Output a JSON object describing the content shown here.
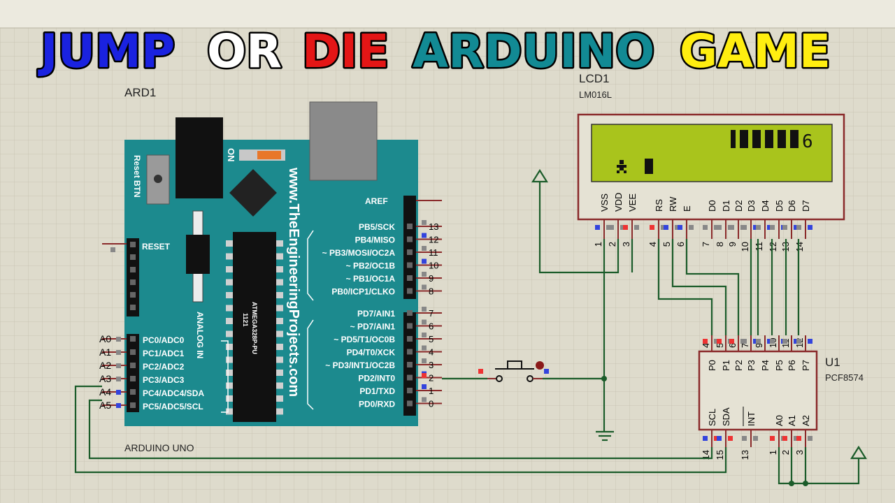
{
  "title": {
    "words": [
      {
        "text": "JUMP",
        "color": "#1a22e0"
      },
      {
        "text": "OR",
        "color": "#ffffff"
      },
      {
        "text": "DIE",
        "color": "#e41616"
      },
      {
        "text": "ARDUINO",
        "color": "#128a94"
      },
      {
        "text": "GAME",
        "color": "#ffee10"
      }
    ]
  },
  "arduino": {
    "ref": "ARD1",
    "model": "ARDUINO UNO",
    "reset_btn": "Reset BTN",
    "on": "ON",
    "reset": "RESET",
    "analog_in": "ANALOG IN",
    "website": "www.TheEngineeringProjects.com",
    "chip_top": "1121",
    "chip_name": "ATMEGA328P-PU",
    "aref": "AREF",
    "digital_pins_top": [
      {
        "label": "PB5/SCK",
        "num": "13"
      },
      {
        "label": "PB4/MISO",
        "num": "12"
      },
      {
        "label": "~ PB3/MOSI/OC2A",
        "num": "11"
      },
      {
        "label": "~ PB2/OC1B",
        "num": "10"
      },
      {
        "label": "~ PB1/OC1A",
        "num": "9"
      },
      {
        "label": "PB0/ICP1/CLKO",
        "num": "8"
      }
    ],
    "digital_pins_bottom": [
      {
        "label": "PD7/AIN1",
        "num": "7"
      },
      {
        "label": "~ PD7/AIN1",
        "num": "6"
      },
      {
        "label": "~ PD5/T1/OC0B",
        "num": "5"
      },
      {
        "label": "PD4/T0/XCK",
        "num": "4"
      },
      {
        "label": "~ PD3/INT1/OC2B",
        "num": "3"
      },
      {
        "label": "PD2/INT0",
        "num": "2"
      },
      {
        "label": "PD1/TXD",
        "num": "1"
      },
      {
        "label": "PD0/RXD",
        "num": "0"
      }
    ],
    "analog_pins": [
      {
        "label": "PC0/ADC0",
        "num": "A0"
      },
      {
        "label": "PC1/ADC1",
        "num": "A1"
      },
      {
        "label": "PC2/ADC2",
        "num": "A2"
      },
      {
        "label": "PC3/ADC3",
        "num": "A3"
      },
      {
        "label": "PC4/ADC4/SDA",
        "num": "A4"
      },
      {
        "label": "PC5/ADC5/SCL",
        "num": "A5"
      }
    ]
  },
  "lcd": {
    "ref": "LCD1",
    "model": "LM016L",
    "score": "6",
    "pins": [
      {
        "label": "VSS",
        "num": "1"
      },
      {
        "label": "VDD",
        "num": "2"
      },
      {
        "label": "VEE",
        "num": "3"
      },
      {
        "label": "RS",
        "num": "4"
      },
      {
        "label": "RW",
        "num": "5"
      },
      {
        "label": "E",
        "num": "6"
      },
      {
        "label": "D0",
        "num": "7"
      },
      {
        "label": "D1",
        "num": "8"
      },
      {
        "label": "D2",
        "num": "9"
      },
      {
        "label": "D3",
        "num": "10"
      },
      {
        "label": "D4",
        "num": "11"
      },
      {
        "label": "D5",
        "num": "12"
      },
      {
        "label": "D6",
        "num": "13"
      },
      {
        "label": "D7",
        "num": "14"
      }
    ]
  },
  "u1": {
    "ref": "U1",
    "model": "PCF8574",
    "p_pins": [
      {
        "label": "P0",
        "num": "4"
      },
      {
        "label": "P1",
        "num": "5"
      },
      {
        "label": "P2",
        "num": "6"
      },
      {
        "label": "P3",
        "num": "7"
      },
      {
        "label": "P4",
        "num": "9"
      },
      {
        "label": "P5",
        "num": "10"
      },
      {
        "label": "P6",
        "num": "11"
      },
      {
        "label": "P7",
        "num": "12"
      }
    ],
    "bottom_pins": [
      {
        "label": "SCL",
        "num": "14"
      },
      {
        "label": "SDA",
        "num": "15"
      },
      {
        "label": "INT",
        "num": "13"
      },
      {
        "label": "A0",
        "num": "1"
      },
      {
        "label": "A1",
        "num": "2"
      },
      {
        "label": "A2",
        "num": "3"
      }
    ]
  },
  "colors": {
    "board": "#1c8a8e",
    "lcd_screen": "#a9c41c",
    "wire": "#1b5c2a",
    "component_outline": "#8a2a2a",
    "grid_bg": "#dedbcc"
  }
}
